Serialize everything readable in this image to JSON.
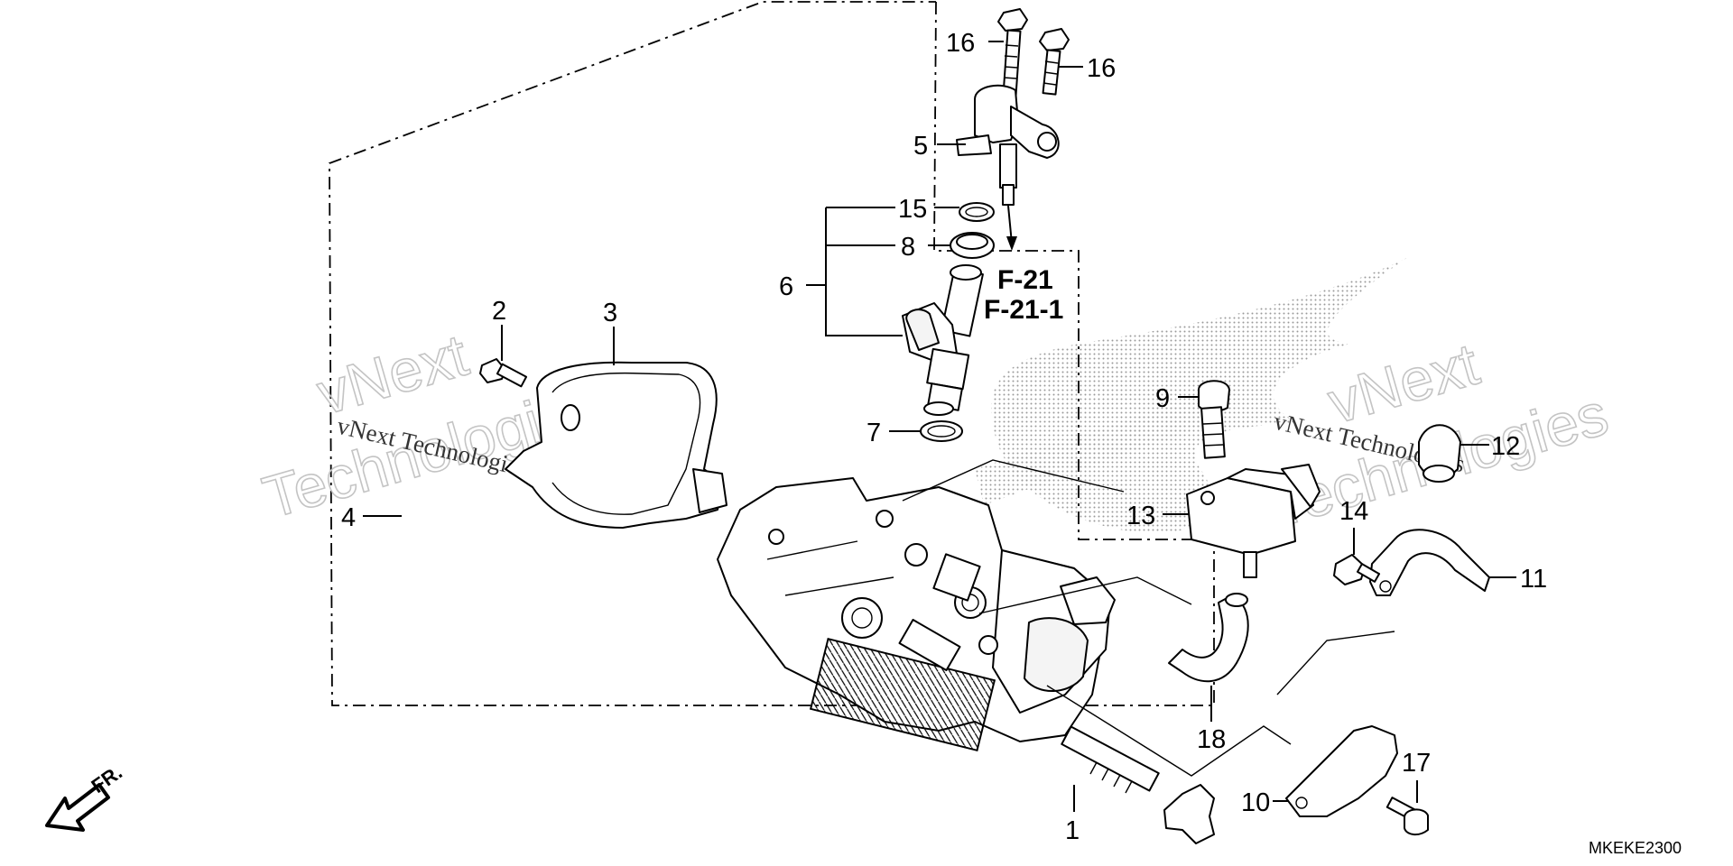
{
  "diagram": {
    "callouts": [
      {
        "id": "1",
        "text": "1"
      },
      {
        "id": "2",
        "text": "2"
      },
      {
        "id": "3",
        "text": "3"
      },
      {
        "id": "4",
        "text": "4"
      },
      {
        "id": "5",
        "text": "5"
      },
      {
        "id": "6",
        "text": "6"
      },
      {
        "id": "7",
        "text": "7"
      },
      {
        "id": "8",
        "text": "8"
      },
      {
        "id": "9",
        "text": "9"
      },
      {
        "id": "10",
        "text": "10"
      },
      {
        "id": "11",
        "text": "11"
      },
      {
        "id": "12",
        "text": "12"
      },
      {
        "id": "13",
        "text": "13"
      },
      {
        "id": "14",
        "text": "14"
      },
      {
        "id": "15",
        "text": "15"
      },
      {
        "id": "16a",
        "text": "16"
      },
      {
        "id": "16b",
        "text": "16"
      },
      {
        "id": "17",
        "text": "17"
      },
      {
        "id": "18",
        "text": "18"
      }
    ],
    "references": [
      "F-21",
      "F-21-1"
    ],
    "direction_label": "FR.",
    "diagram_code": "MKEKE2300",
    "watermark": {
      "big": [
        "vNext",
        "Technologies"
      ],
      "small": "vNext Technologies"
    }
  }
}
